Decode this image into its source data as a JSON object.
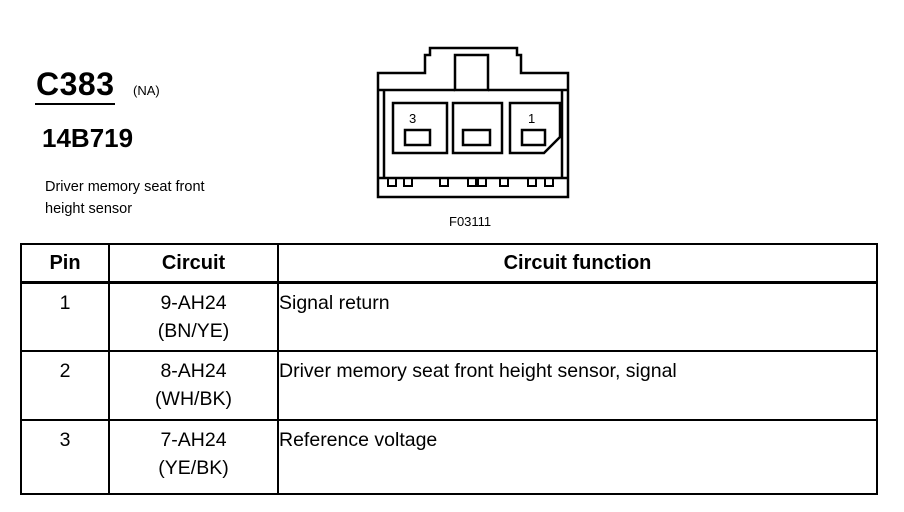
{
  "header": {
    "connector_id": "C383",
    "market": "(NA)",
    "part_number": "14B719",
    "description_lines": [
      "Driver memory seat front",
      "height sensor"
    ]
  },
  "diagram": {
    "cavity_labels": {
      "left": "3",
      "right": "1"
    },
    "figure_id": "F03111"
  },
  "table": {
    "headers": {
      "pin": "Pin",
      "circuit": "Circuit",
      "function": "Circuit function"
    },
    "rows": [
      {
        "pin": "1",
        "circuit": "9-AH24",
        "wire_color": "(BN/YE)",
        "function": "Signal return"
      },
      {
        "pin": "2",
        "circuit": "8-AH24",
        "wire_color": "(WH/BK)",
        "function": "Driver memory seat front height sensor, signal"
      },
      {
        "pin": "3",
        "circuit": "7-AH24",
        "wire_color": "(YE/BK)",
        "function": "Reference voltage"
      }
    ]
  }
}
